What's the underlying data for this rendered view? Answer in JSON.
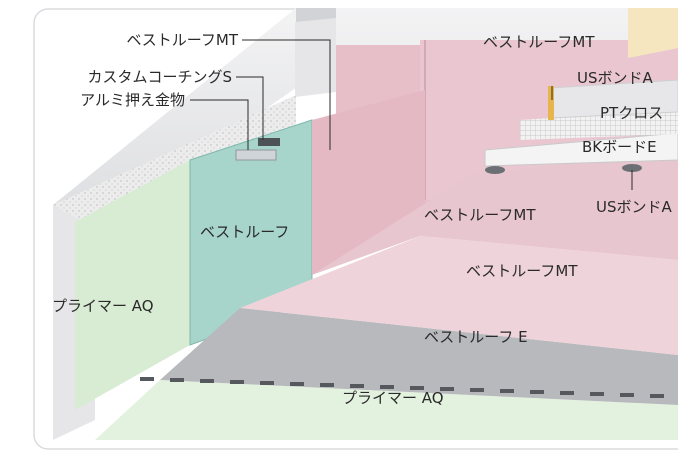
{
  "labels": {
    "callout_bestroof_mt": "ベストルーフMT",
    "callout_custom_coating": "カスタムコーチングS",
    "callout_aluminum": "アルミ押え金物",
    "wall_bestroof_mt": "ベストルーフMT",
    "us_bond_a_top": "USボンドA",
    "pt_cross": "PTクロス",
    "bk_board": "BKボードE",
    "us_bond_a_bottom": "USボンドA",
    "bestroof_flashing": "ベストルーフ",
    "layer_mt_upper": "ベストルーフMT",
    "layer_mt_lower": "ベストルーフMT",
    "layer_e": "ベストルーフ E",
    "primer_wall": "プライマー AQ",
    "primer_floor": "プライマー AQ"
  },
  "colors": {
    "pink_membrane": "#e8c3cc",
    "teal_flashing": "#a9d6cc",
    "gray_layer": "#b9bbbd",
    "green_primer": "#d6ead2",
    "concrete": "#e9eaec"
  }
}
